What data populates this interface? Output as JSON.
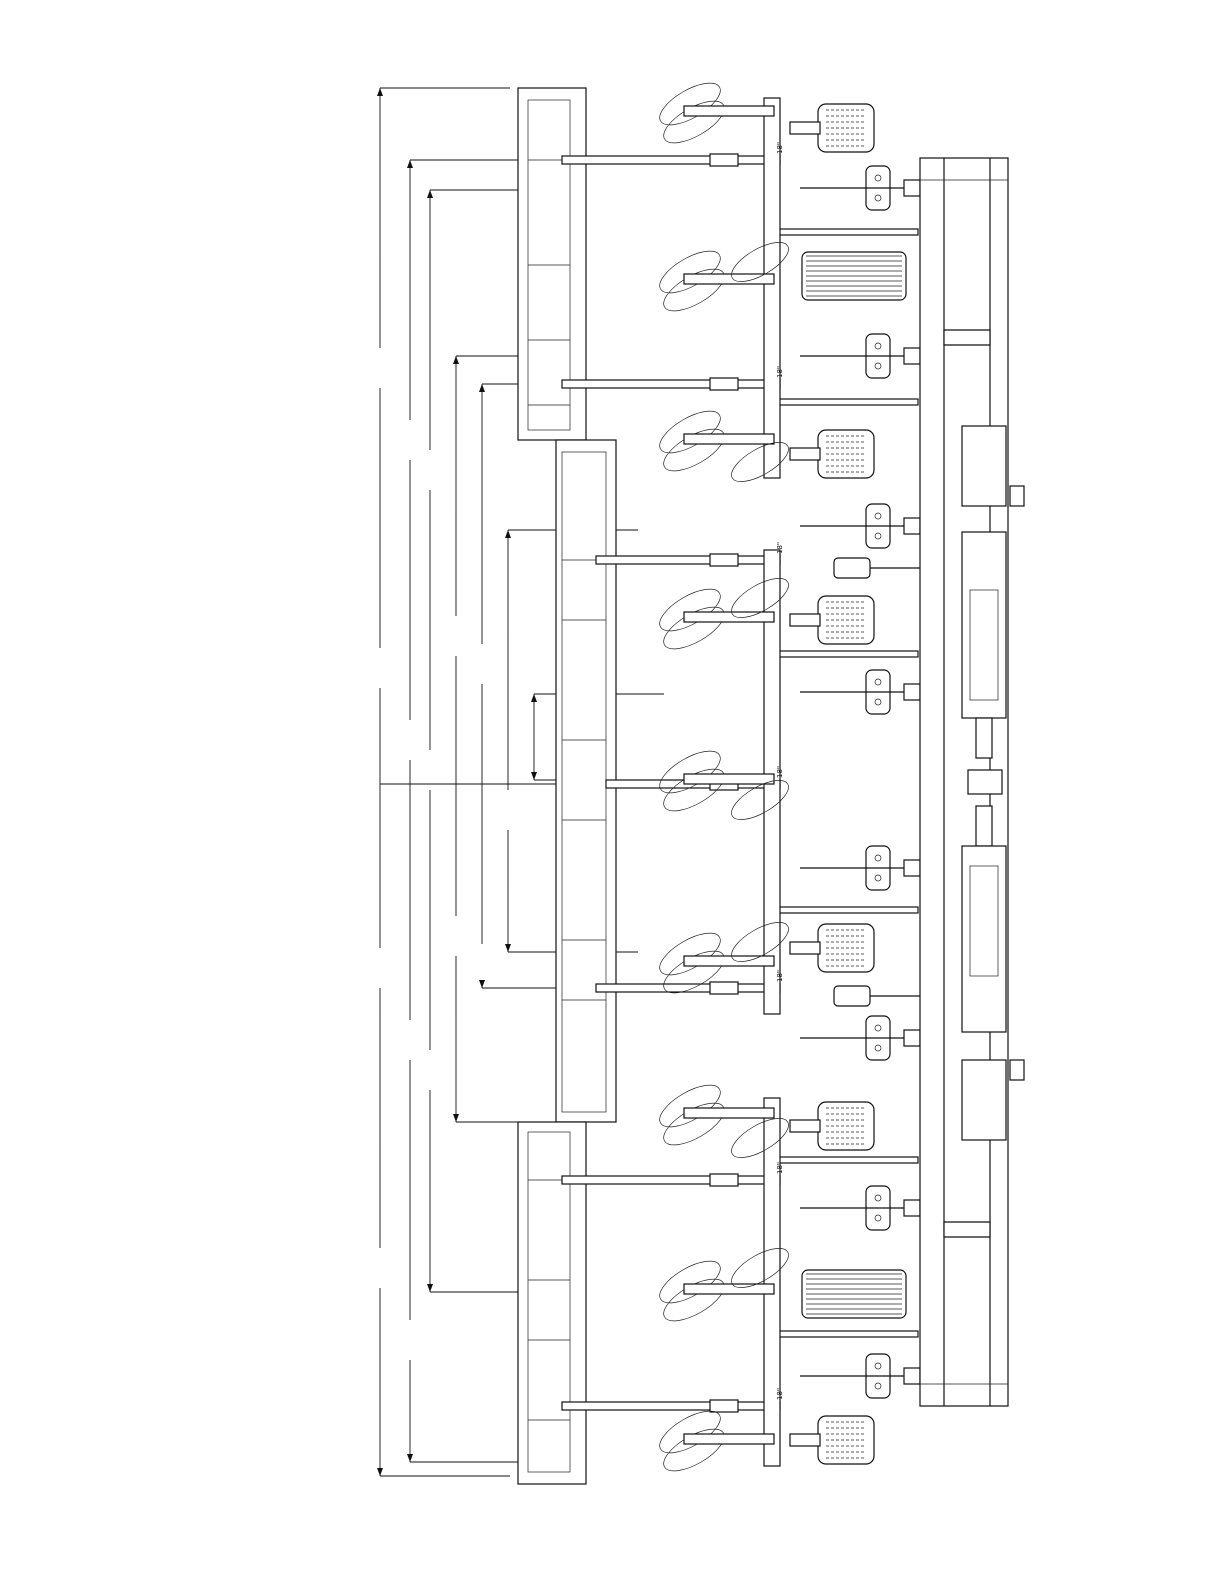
{
  "drawing": {
    "kind": "implement-top-view",
    "row_labels": [
      "18\"",
      "18\"",
      "18\"",
      "18\"",
      "18\"",
      "18\"",
      "18\""
    ],
    "colors": {
      "line": "#111111",
      "background": "#ffffff"
    }
  }
}
